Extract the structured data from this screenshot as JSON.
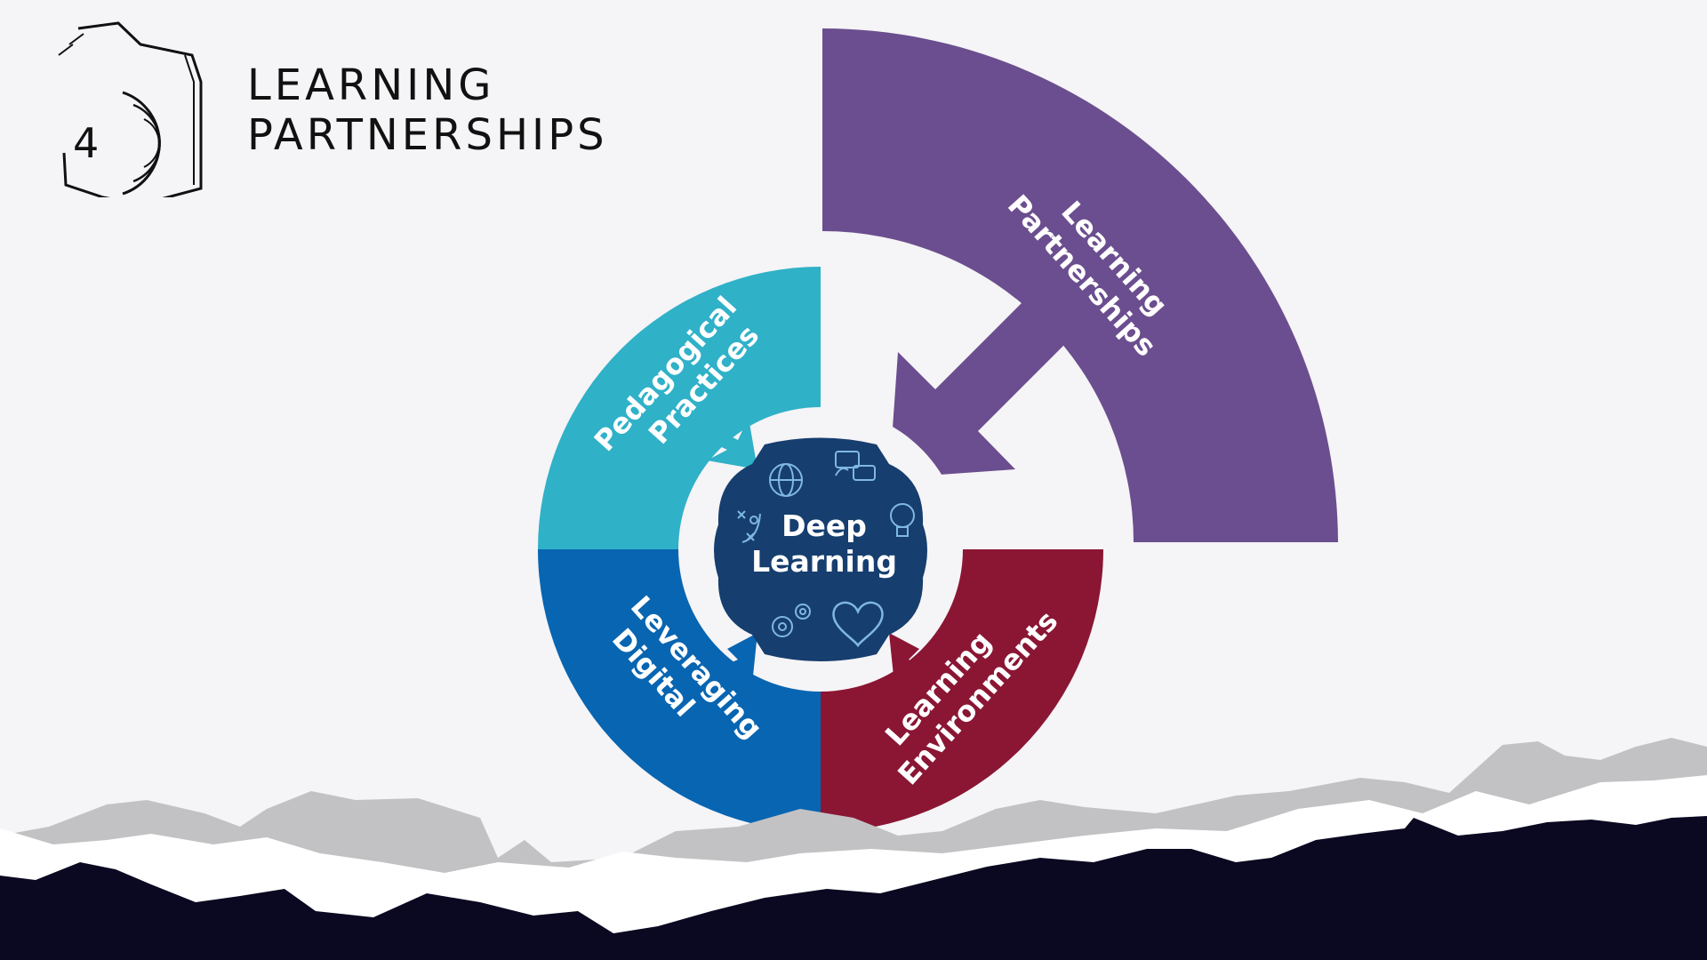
{
  "slide": {
    "number": "4",
    "title_line1": "LEARNING",
    "title_line2": "PARTNERSHIPS"
  },
  "diagram": {
    "center": {
      "line1": "Deep",
      "line2": "Learning"
    },
    "segments": {
      "pedagogical": {
        "line1": "Pedagogical",
        "line2": "Practices",
        "color": "#2fb1c8"
      },
      "partnerships": {
        "line1": "Learning",
        "line2": "Partnerships",
        "color": "#6b4e8f"
      },
      "digital": {
        "line1": "Leveraging",
        "line2": "Digital",
        "color": "#0865b1"
      },
      "environments": {
        "line1": "Learning",
        "line2": "Environments",
        "color": "#8a1634"
      }
    },
    "center_color": "#163e6e",
    "icons": [
      "globe-icon",
      "chat-icon",
      "lightbulb-icon",
      "strategy-icon",
      "gears-icon",
      "heart-icon"
    ]
  },
  "colors": {
    "background": "#f5f4f6",
    "mountain_dark": "#0b0821",
    "mountain_grey": "#c2c2c4"
  }
}
